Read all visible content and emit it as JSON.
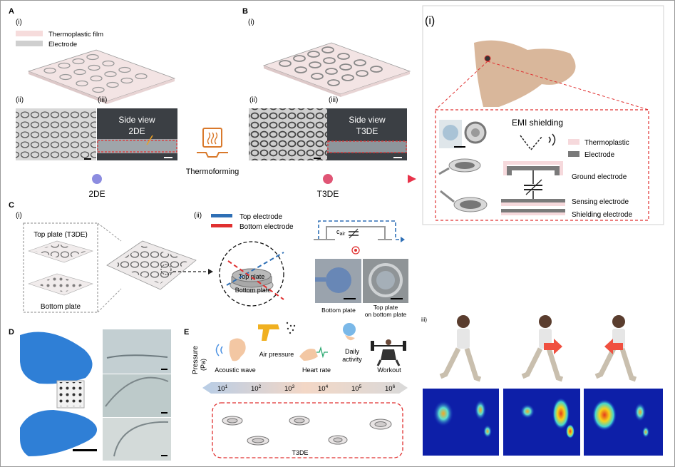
{
  "panels": {
    "A": {
      "letter": "A",
      "sub_i": "(i)",
      "sub_ii": "(ii)",
      "sub_iii": "(iii)",
      "legend_film": "Thermoplastic film",
      "legend_electrode": "Electrode",
      "side_view": "Side view",
      "side_label": "2DE"
    },
    "B": {
      "letter": "B",
      "sub_i": "(i)",
      "sub_ii": "(ii)",
      "sub_iii": "(iii)",
      "side_view": "Side view",
      "side_label": "T3DE"
    },
    "timeline": {
      "process": "Thermoforming",
      "start": "2DE",
      "end": "T3DE"
    },
    "C": {
      "letter": "C",
      "sub_i": "(i)",
      "sub_ii": "(ii)",
      "top_plate": "Top plate (T3DE)",
      "bottom_plate": "Bottom plate",
      "legend_top": "Top electrode",
      "legend_bottom": "Bottom electrode",
      "inner_top": "Top plate",
      "inner_bottom": "Bottom plate",
      "c_air": "c",
      "c_air_sub": "air",
      "micro_left": "Bottom plate",
      "micro_right_1": "Top plate",
      "micro_right_2": "on bottom plate"
    },
    "D": {
      "letter": "D"
    },
    "E": {
      "letter": "E",
      "axis_label": "Pressure",
      "axis_unit": "(Pa)",
      "items": [
        "Acoustic wave",
        "Air pressure",
        "Heart rate",
        "Daily",
        "activity",
        "Workout"
      ],
      "ticks": [
        {
          "base": "10",
          "exp": "1"
        },
        {
          "base": "10",
          "exp": "2"
        },
        {
          "base": "10",
          "exp": "3"
        },
        {
          "base": "10",
          "exp": "4"
        },
        {
          "base": "10",
          "exp": "5"
        },
        {
          "base": "10",
          "exp": "6"
        }
      ],
      "box_label": "T3DE"
    },
    "F": {
      "sub_i": "(i)",
      "sub_iii": "iii)",
      "emi": "EMI shielding",
      "legend_thermo": "Thermoplastic",
      "legend_electrode": "Electrode",
      "ground": "Ground electrode",
      "sensing": "Sensing electrode",
      "shielding": "Shielding electrode"
    }
  },
  "colors": {
    "timeline_left": "#4a90e2",
    "timeline_right": "#e8334a",
    "dot_2de": "#8c8ce0",
    "dot_t3de": "#e05575",
    "dashed_red": "#e03030",
    "top_electrode": "#2e6fb5",
    "bottom_electrode": "#e03030",
    "thermoplastic": "#f6d9dc",
    "electrode": "#7a7a7a",
    "thermoforming_icon": "#d9792b"
  }
}
